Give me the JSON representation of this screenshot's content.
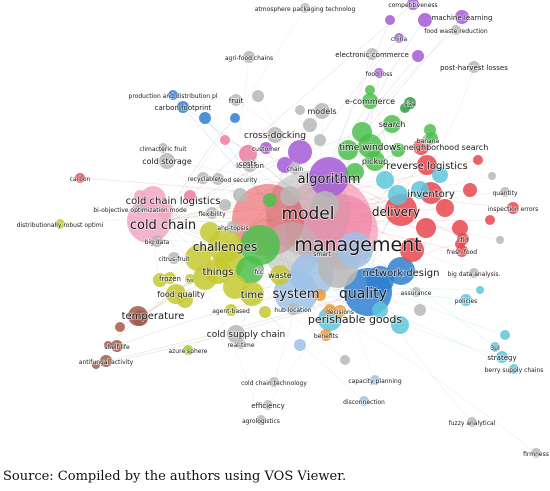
{
  "caption": "Source: Compiled by the authors using VOS Viewer.",
  "colors": {
    "red": "#e8474e",
    "green": "#4cbf4c",
    "blue": "#2f7fd0",
    "yellow": "#c4c930",
    "purple": "#a45ad6",
    "cyan": "#5ec6dc",
    "orange": "#f09a3a",
    "brown": "#a25a4a",
    "pink": "#f07aa0",
    "lightpink": "#f2a7c4",
    "grey": "#b7b7b7",
    "lightblue": "#9ec2e8",
    "lime": "#9acd32",
    "darkgreen": "#2e9b43"
  },
  "labels": [
    {
      "text": "model",
      "c": "grey"
    },
    {
      "text": "management",
      "c": "pink"
    },
    {
      "text": "algorithm",
      "c": "purple"
    },
    {
      "text": "delivery",
      "c": "red"
    },
    {
      "text": "quality",
      "c": "blue"
    },
    {
      "text": "system",
      "c": "lightblue"
    },
    {
      "text": "cold chain",
      "c": "lightpink"
    },
    {
      "text": "challenges",
      "c": "yellow"
    },
    {
      "text": "network design",
      "c": "blue"
    },
    {
      "text": "perishable goods",
      "c": "cyan"
    },
    {
      "text": "cold chain logistics",
      "c": "lightpink"
    },
    {
      "text": "inventory",
      "c": "red"
    },
    {
      "text": "reverse logistics",
      "c": "red"
    },
    {
      "text": "time windows",
      "c": "green"
    },
    {
      "text": "cold supply chain",
      "c": "grey"
    },
    {
      "text": "temperature",
      "c": "brown"
    },
    {
      "text": "time",
      "c": "yellow"
    },
    {
      "text": "things",
      "c": "yellow"
    },
    {
      "text": "neighborhood search",
      "c": "red"
    },
    {
      "text": "cross-docking",
      "c": "grey"
    },
    {
      "text": "food quality",
      "c": "yellow"
    },
    {
      "text": "e-commerce",
      "c": "green"
    },
    {
      "text": "pickup",
      "c": "green"
    },
    {
      "text": "models",
      "c": "grey"
    },
    {
      "text": "cold storage",
      "c": "grey"
    },
    {
      "text": "waste",
      "c": "yellow"
    },
    {
      "text": "search",
      "c": "green"
    },
    {
      "text": "carbon footprint",
      "c": "blue"
    },
    {
      "text": "production and distribution pl",
      "c": "blue"
    },
    {
      "text": "location",
      "c": "grey"
    },
    {
      "text": "costs",
      "c": "pink"
    },
    {
      "text": "atmosphere packaging technolog",
      "c": "grey"
    },
    {
      "text": "competitiveness",
      "c": "purple"
    },
    {
      "text": "machine learning",
      "c": "purple"
    },
    {
      "text": "food waste reduction",
      "c": "grey"
    },
    {
      "text": "china",
      "c": "purple"
    },
    {
      "text": "electronic commerce",
      "c": "grey"
    },
    {
      "text": "agri-food chains",
      "c": "grey"
    },
    {
      "text": "food loss",
      "c": "purple"
    },
    {
      "text": "post-harvest losses",
      "c": "grey"
    },
    {
      "text": "fruit",
      "c": "grey"
    },
    {
      "text": "size",
      "c": "darkgreen"
    },
    {
      "text": "banana",
      "c": "grey"
    },
    {
      "text": "climacteric fruit",
      "c": "grey"
    },
    {
      "text": "customer",
      "c": "purple"
    },
    {
      "text": "carbon",
      "c": "red"
    },
    {
      "text": "recyclable",
      "c": "grey"
    },
    {
      "text": "food security",
      "c": "grey"
    },
    {
      "text": "chain",
      "c": "grey"
    },
    {
      "text": "quantity",
      "c": "grey"
    },
    {
      "text": "bi-objective optimization mode",
      "c": "grey"
    },
    {
      "text": "flexibility",
      "c": "grey"
    },
    {
      "text": "ahp-topsis",
      "c": "grey"
    },
    {
      "text": "inspection errors",
      "c": "red"
    },
    {
      "text": "distributionally robust optimi",
      "c": "yellow"
    },
    {
      "text": "big data",
      "c": "grey"
    },
    {
      "text": "smart",
      "c": "grey"
    },
    {
      "text": "rfid",
      "c": "red"
    },
    {
      "text": "fresh food",
      "c": "red"
    },
    {
      "text": "citrus-fruit",
      "c": "grey"
    },
    {
      "text": "frozen",
      "c": "yellow"
    },
    {
      "text": "fvs",
      "c": "yellow"
    },
    {
      "text": "fcc",
      "c": "grey"
    },
    {
      "text": "big data analysis.",
      "c": "grey"
    },
    {
      "text": "assurance",
      "c": "grey"
    },
    {
      "text": "agent-based",
      "c": "yellow"
    },
    {
      "text": "hub location",
      "c": "grey"
    },
    {
      "text": "decisions",
      "c": "orange"
    },
    {
      "text": "policies",
      "c": "cyan"
    },
    {
      "text": "benefits",
      "c": "orange"
    },
    {
      "text": "3pl",
      "c": "cyan"
    },
    {
      "text": "strategy",
      "c": "cyan"
    },
    {
      "text": "real-time",
      "c": "grey"
    },
    {
      "text": "azure sphere",
      "c": "lime"
    },
    {
      "text": "shelf life",
      "c": "brown"
    },
    {
      "text": "antifungal activity",
      "c": "brown"
    },
    {
      "text": "berry supply chains",
      "c": "cyan"
    },
    {
      "text": "cold chain technology",
      "c": "grey"
    },
    {
      "text": "capacity planning",
      "c": "lightblue"
    },
    {
      "text": "disconnection",
      "c": "lightblue"
    },
    {
      "text": "efficiency",
      "c": "grey"
    },
    {
      "text": "fuzzy analytical",
      "c": "grey"
    },
    {
      "text": "agrologistics",
      "c": "grey"
    },
    {
      "text": "firmness",
      "c": "grey"
    }
  ]
}
